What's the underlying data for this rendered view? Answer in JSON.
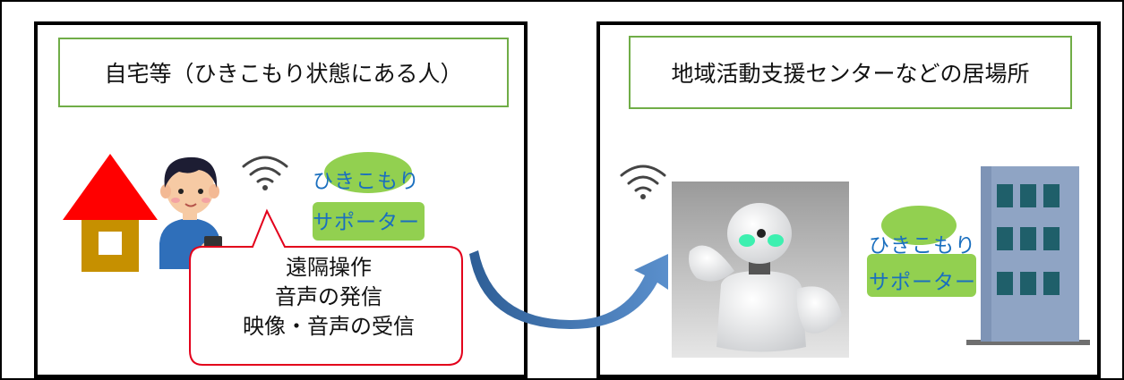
{
  "left_panel": {
    "title": "自宅等（ひきこもり状態にある人）",
    "supporter_line1": "ひきこもり",
    "supporter_line2": "サポーター",
    "bubble_lines": [
      "遠隔操作",
      "音声の発信",
      "映像・音声の受信"
    ]
  },
  "right_panel": {
    "title": "地域活動支援センターなどの居場所",
    "supporter_line1": "ひきこもり",
    "supporter_line2": "サポーター"
  },
  "colors": {
    "title_border": "#70ad47",
    "supporter_fill": "#92d050",
    "supporter_text": "#1a6fbf",
    "bubble_border": "#e3001b",
    "arrow": "#3d6fa8",
    "house_roof": "#ff0000",
    "house_wall": "#c69000"
  }
}
